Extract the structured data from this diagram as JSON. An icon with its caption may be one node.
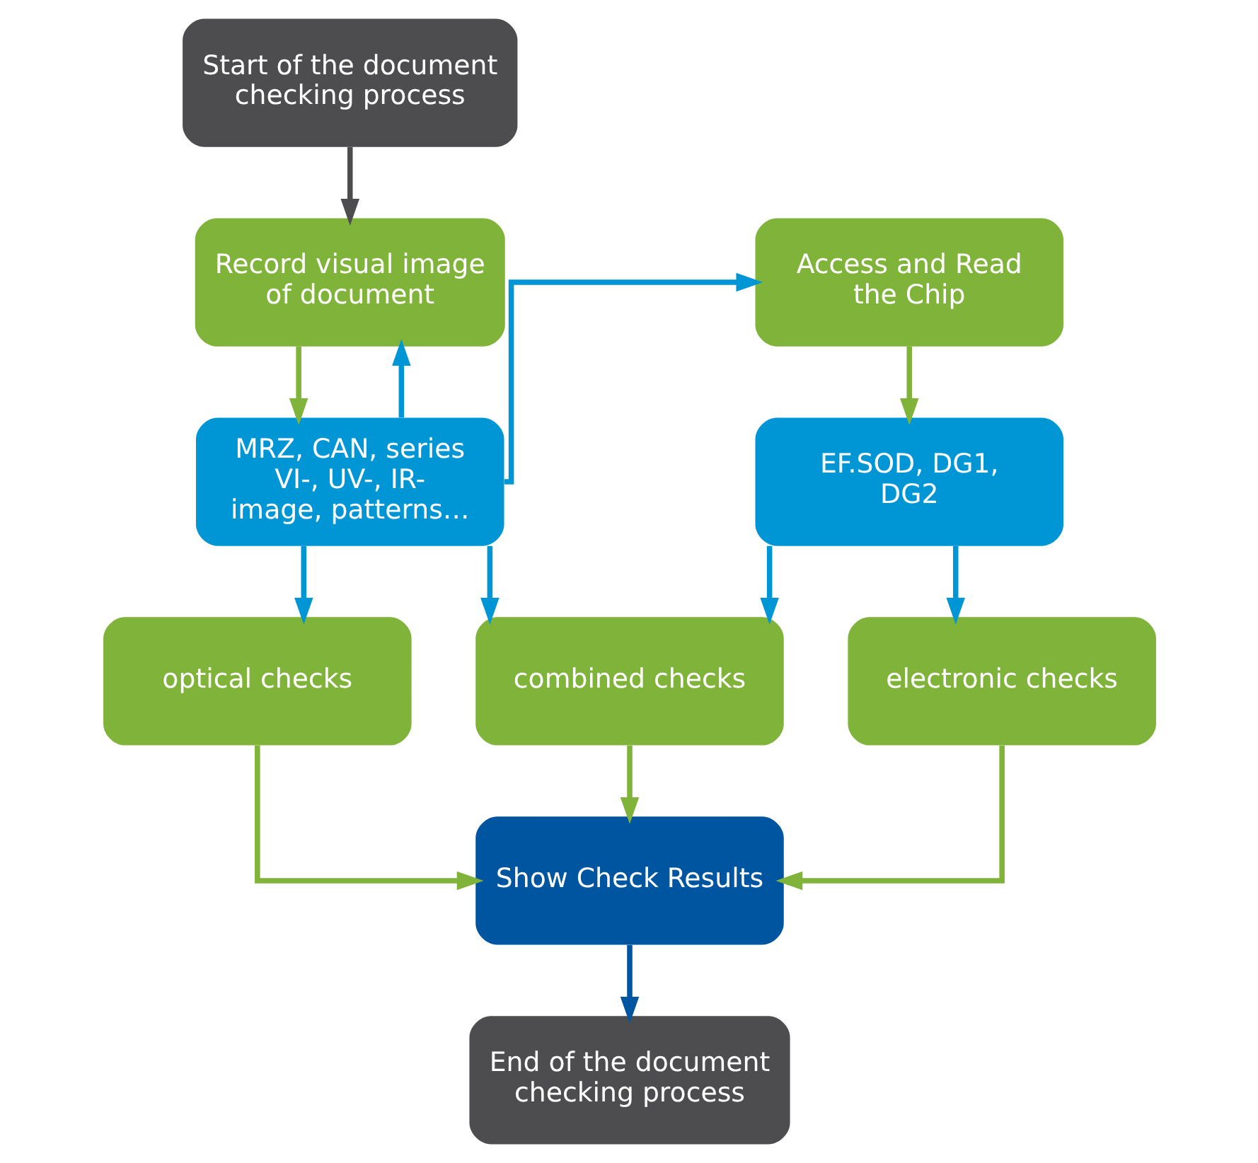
{
  "diagram": {
    "nodes": [
      {
        "text": [
          "Start of the document checking process"
        ]
      },
      {
        "text": [
          "Record visual image of document"
        ]
      },
      {
        "text": [
          "Access and Read the Chip"
        ]
      },
      {
        "text": [
          "MRZ, CAN, series VI-, UV-, IR- image, patterns…"
        ]
      },
      {
        "text": [
          "EF.SOD, DG1, DG2"
        ]
      },
      {
        "text": [
          "optical checks"
        ]
      },
      {
        "text": [
          "combined checks"
        ]
      },
      {
        "text": [
          "electronic checks"
        ]
      },
      {
        "text": [
          "Show Check Results"
        ]
      },
      {
        "text": [
          "End of the document checking process"
        ]
      }
    ],
    "edges": [
      {
        "from": 0,
        "to": 1,
        "arrow": "to",
        "color": "#4d4d4f"
      },
      {
        "from": 1,
        "to": 3,
        "arrow": "to",
        "color": "#80b33a"
      },
      {
        "from": 3,
        "to": 1,
        "arrow": "to"
      },
      {
        "from": 3,
        "to": 2,
        "arrow": "to"
      },
      {
        "from": 2,
        "to": 4,
        "arrow": "to",
        "color": "#80b33a"
      },
      {
        "from": 3,
        "to": 5,
        "arrow": "to"
      },
      {
        "from": 3,
        "to": 6,
        "arrow": "to"
      },
      {
        "from": 4,
        "to": 6,
        "arrow": "to"
      },
      {
        "from": 4,
        "to": 7,
        "arrow": "to"
      },
      {
        "from": 6,
        "to": 8,
        "arrow": "to",
        "color": "#80b33a"
      },
      {
        "from": 5,
        "to": 8,
        "arrow": "to",
        "color": "#80b33a"
      },
      {
        "from": 7,
        "to": 8,
        "arrow": "to",
        "color": "#80b33a"
      },
      {
        "from": 8,
        "to": 9,
        "arrow": "to",
        "color": "#0055a0"
      }
    ]
  }
}
